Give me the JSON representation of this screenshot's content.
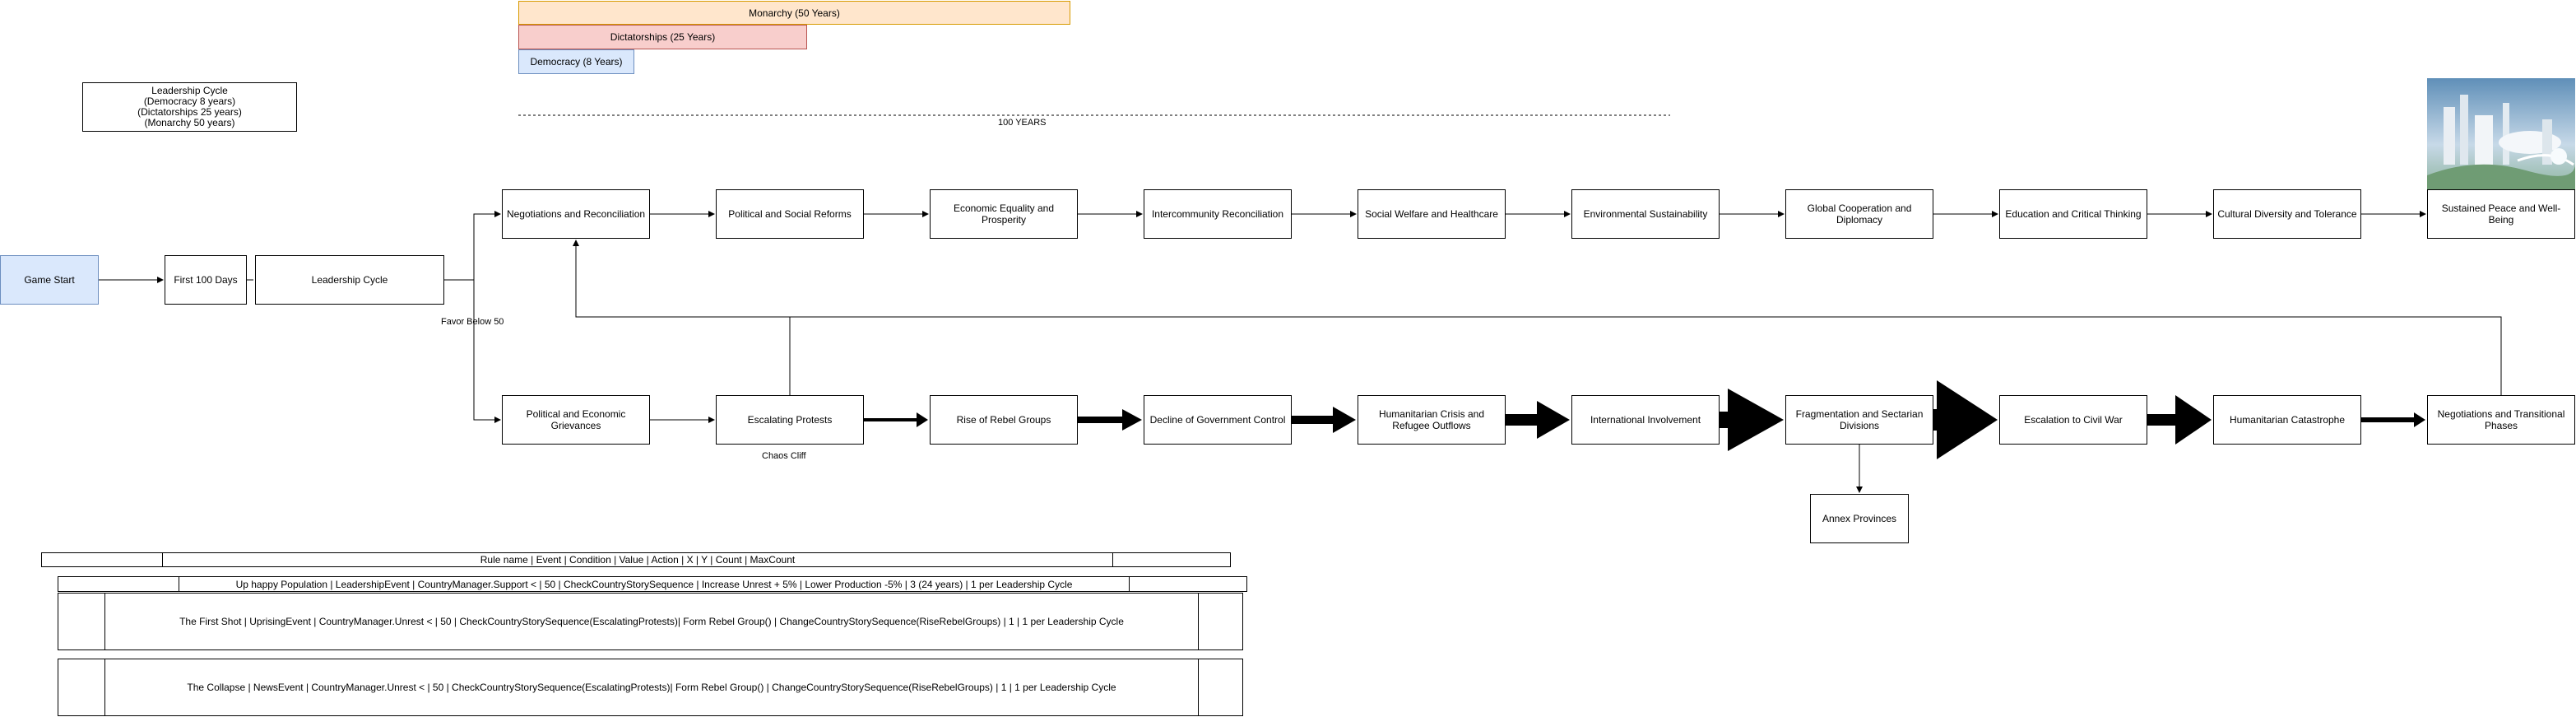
{
  "timeline": {
    "monarchy": "Monarchy (50 Years)",
    "dictatorships": "Dictatorships (25 Years)",
    "democracy": "Democracy (8 Years)",
    "span_label": "100 YEARS"
  },
  "cycle_note": {
    "line1": "Leadership Cycle",
    "line2": "(Democracy 8 years)",
    "line3": "(Dictatorships 25 years)",
    "line4": "(Monarchy 50 years)"
  },
  "start_nodes": {
    "game_start": "Game Start",
    "first_100_days": "First 100 Days",
    "leadership_cycle": "Leadership Cycle"
  },
  "branch_labels": {
    "favor": "Favor Below 50",
    "chaos": "Chaos Cliff"
  },
  "peace_path": [
    "Negotiations and Reconciliation",
    "Political and Social Reforms",
    "Economic Equality and Prosperity",
    "Intercommunity Reconciliation",
    "Social Welfare and Healthcare",
    "Environmental Sustainability",
    "Global Cooperation and Diplomacy",
    "Education and Critical Thinking",
    "Cultural Diversity and Tolerance",
    "Sustained Peace and Well-Being"
  ],
  "conflict_path": [
    "Political and Economic Grievances",
    "Escalating Protests",
    "Rise of Rebel Groups",
    "Decline of Government Control",
    "Humanitarian Crisis and Refugee Outflows",
    "International Involvement",
    "Fragmentation and Sectarian Divisions",
    "Escalation to Civil War",
    "Humanitarian Catastrophe",
    "Negotiations and Transitional Phases"
  ],
  "side_node": "Annex Provinces",
  "rules": {
    "header": "Rule name | Event | Condition | Value | Action | X | Y | Count | MaxCount",
    "row1": "Up happy Population | LeadershipEvent | CountryManager.Support < | 50 | CheckCountryStorySequence | Increase Unrest + 5% |  Lower Production -5% | 3 (24 years) | 1 per Leadership Cycle",
    "row2": "The First Shot | UprisingEvent | CountryManager.Unrest < | 50 | CheckCountryStorySequence(EscalatingProtests)| Form Rebel Group() |  ChangeCountryStorySequence(RiseRebelGroups) | 1 | 1 per Leadership Cycle",
    "row3": "The Collapse | NewsEvent | CountryManager.Unrest < | 50 | CheckCountryStorySequence(EscalatingProtests)| Form Rebel Group() |  ChangeCountryStorySequence(RiseRebelGroups) | 1 | 1 per Leadership Cycle"
  },
  "colors": {
    "monarchy_fill": "#ffe6cc",
    "monarchy_stroke": "#d79b00",
    "dictatorship_fill": "#f8cecc",
    "dictatorship_stroke": "#b85450",
    "democracy_fill": "#dae8fc",
    "democracy_stroke": "#6c8ebf"
  },
  "icons": {
    "illustration": "futuristic-city-image"
  }
}
